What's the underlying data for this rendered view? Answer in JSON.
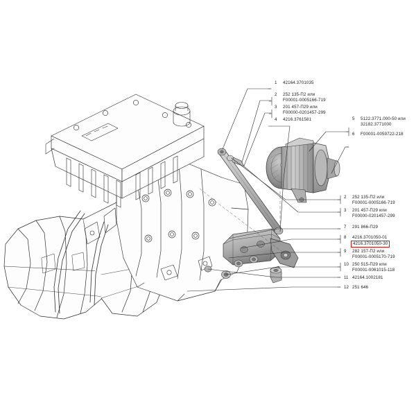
{
  "document": {
    "title": "Engine alternator mounting assembly diagram",
    "type": "exploded parts diagram",
    "background_color": "#ffffff",
    "line_color": "#2b2b2b",
    "highlight_color": "#e8120c"
  },
  "tables": {
    "upper_left": {
      "name": "upper-left-parts-list",
      "rows": [
        {
          "num": "1",
          "line1": "42164.3701035",
          "line2": ""
        },
        {
          "num": "2",
          "line1": "252 135-П2 или",
          "line2": "F00001-0005166-719"
        },
        {
          "num": "3",
          "line1": "201 457-П29 или",
          "line2": "F00000-0201457-299"
        },
        {
          "num": "4",
          "line1": "4216.3761581",
          "line2": ""
        }
      ]
    },
    "upper_right": {
      "name": "upper-right-parts-list",
      "rows": [
        {
          "num": "5",
          "line1": "5122.3771.000-50 или",
          "line2": "32182.3771000"
        },
        {
          "num": "6",
          "line1": "F00001-0059722-218",
          "line2": ""
        }
      ]
    },
    "lower": {
      "name": "lower-parts-list",
      "rows": [
        {
          "num": "2",
          "line1": "252 135-П2 или",
          "line2": "F00001-0005166-719",
          "highlight": false
        },
        {
          "num": "3",
          "line1": "201 457-П29 или",
          "line2": "F00000-0201457-299",
          "highlight": false
        },
        {
          "num": "7",
          "line1": "291 866-П29",
          "line2": "",
          "highlight": false
        },
        {
          "num": "8",
          "line1": "4216.3701050-01",
          "line2": "4216.3701050-30",
          "highlight": true
        },
        {
          "num": "9",
          "line1": "282 157-П2 или",
          "line2": "F00001-0005170-719",
          "highlight": false
        },
        {
          "num": "10",
          "line1": "250 515-П29 или",
          "line2": "F00001-0061015-118",
          "highlight": false
        },
        {
          "num": "11",
          "line1": "42164.1002181",
          "line2": "",
          "highlight": false
        },
        {
          "num": "12",
          "line1": "251 646",
          "line2": "",
          "highlight": false
        }
      ]
    }
  },
  "drawing": {
    "components": [
      {
        "name": "engine-block",
        "label": "diesel engine block line drawing"
      },
      {
        "name": "cylinder-head-cover",
        "label": "cylinder head cover with ribs"
      },
      {
        "name": "bellhousing",
        "label": "clutch bellhousing"
      },
      {
        "name": "alternator",
        "label": "alternator generator assembly"
      },
      {
        "name": "alternator-bracket",
        "label": "alternator mounting bracket"
      },
      {
        "name": "tensioner-strap",
        "label": "adjusting strap"
      },
      {
        "name": "bolt-hardware",
        "label": "bolts, washers, nuts"
      }
    ]
  }
}
